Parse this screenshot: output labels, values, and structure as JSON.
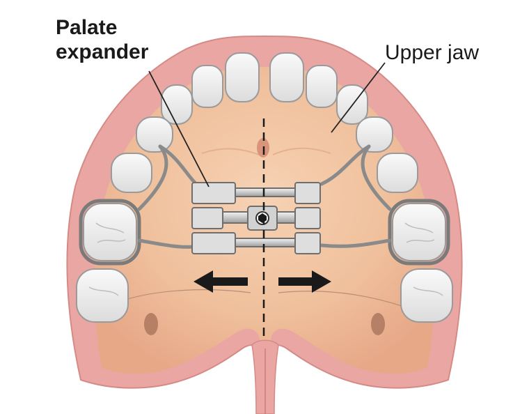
{
  "labels": {
    "palate_expander": [
      "Palate",
      "expander"
    ],
    "upper_jaw": "Upper jaw"
  },
  "colors": {
    "gum": "#e9a6a2",
    "palate": "#f2c7a6",
    "tooth": "#f1f1f1",
    "tooth_outline": "#9a9a9a",
    "appliance_metal": "#cfcfcf",
    "appliance_outline": "#6e6e6e",
    "arrow": "#1a1a1a",
    "leader_line": "#222222"
  }
}
